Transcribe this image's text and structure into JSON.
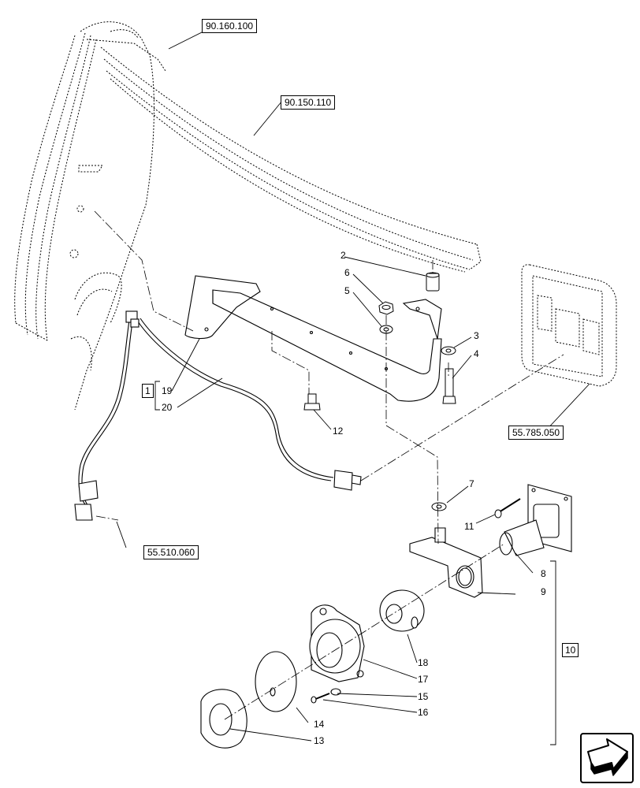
{
  "references": {
    "ref_90_160_100": "90.160.100",
    "ref_90_150_110": "90.150.110",
    "ref_55_785_050": "55.785.050",
    "ref_55_510_060": "55.510.060"
  },
  "kit_labels": {
    "kit_1": "1",
    "kit_10": "10"
  },
  "part_numbers": {
    "p2": "2",
    "p3": "3",
    "p4": "4",
    "p5": "5",
    "p6": "6",
    "p7": "7",
    "p8": "8",
    "p9": "9",
    "p11": "11",
    "p12": "12",
    "p13": "13",
    "p14": "14",
    "p15": "15",
    "p16": "16",
    "p17": "17",
    "p18": "18",
    "p19": "19",
    "p20": "20"
  },
  "icons": {
    "nav": "next-page-arrow-icon"
  }
}
